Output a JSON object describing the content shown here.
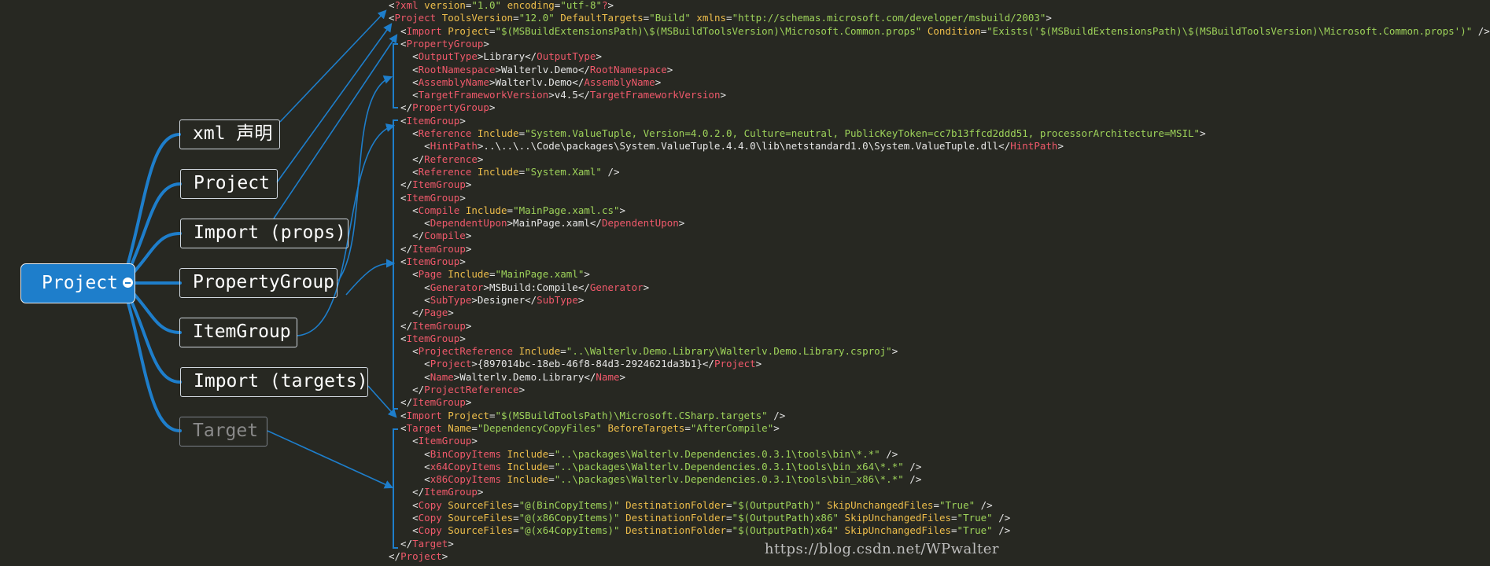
{
  "colors": {
    "background": "#272822",
    "root_fill": "#1e7ecb",
    "connector": "#1e7ecb",
    "tag": "#f0596b",
    "attribute_name": "#eebe4b",
    "attribute_value": "#9ed35a",
    "text": "#e6e6e6"
  },
  "mindmap": {
    "root": "Project",
    "branches": [
      {
        "label": "xml 声明"
      },
      {
        "label": "Project"
      },
      {
        "label": "Import (props)"
      },
      {
        "label": "PropertyGroup"
      },
      {
        "label": "ItemGroup"
      },
      {
        "label": "Import (targets)"
      },
      {
        "label": "Target"
      }
    ]
  },
  "code_lines": [
    [
      [
        "t",
        "<"
      ],
      [
        "g",
        "?xml "
      ],
      [
        "a",
        "version"
      ],
      [
        "t",
        "="
      ],
      [
        "v",
        "\"1.0\""
      ],
      [
        "t",
        " "
      ],
      [
        "a",
        "encoding"
      ],
      [
        "t",
        "="
      ],
      [
        "v",
        "\"utf-8\""
      ],
      [
        "g",
        "?"
      ],
      [
        "t",
        ">"
      ]
    ],
    [
      [
        "t",
        "<"
      ],
      [
        "g",
        "Project "
      ],
      [
        "a",
        "ToolsVersion"
      ],
      [
        "t",
        "="
      ],
      [
        "v",
        "\"12.0\""
      ],
      [
        "t",
        " "
      ],
      [
        "a",
        "DefaultTargets"
      ],
      [
        "t",
        "="
      ],
      [
        "v",
        "\"Build\""
      ],
      [
        "t",
        " "
      ],
      [
        "a",
        "xmlns"
      ],
      [
        "t",
        "="
      ],
      [
        "v",
        "\"http://schemas.microsoft.com/developer/msbuild/2003\""
      ],
      [
        "t",
        ">"
      ]
    ],
    [
      [
        "t",
        "  <"
      ],
      [
        "g",
        "Import "
      ],
      [
        "a",
        "Project"
      ],
      [
        "t",
        "="
      ],
      [
        "v",
        "\"$(MSBuildExtensionsPath)\\$(MSBuildToolsVersion)\\Microsoft.Common.props\""
      ],
      [
        "t",
        " "
      ],
      [
        "a",
        "Condition"
      ],
      [
        "t",
        "="
      ],
      [
        "v",
        "\"Exists('$(MSBuildExtensionsPath)\\$(MSBuildToolsVersion)\\Microsoft.Common.props')\""
      ],
      [
        "t",
        " />"
      ]
    ],
    [
      [
        "t",
        "  <"
      ],
      [
        "g",
        "PropertyGroup"
      ],
      [
        "t",
        ">"
      ]
    ],
    [
      [
        "t",
        "    <"
      ],
      [
        "g",
        "OutputType"
      ],
      [
        "t",
        ">Library</"
      ],
      [
        "g",
        "OutputType"
      ],
      [
        "t",
        ">"
      ]
    ],
    [
      [
        "t",
        "    <"
      ],
      [
        "g",
        "RootNamespace"
      ],
      [
        "t",
        ">Walterlv.Demo</"
      ],
      [
        "g",
        "RootNamespace"
      ],
      [
        "t",
        ">"
      ]
    ],
    [
      [
        "t",
        "    <"
      ],
      [
        "g",
        "AssemblyName"
      ],
      [
        "t",
        ">Walterlv.Demo</"
      ],
      [
        "g",
        "AssemblyName"
      ],
      [
        "t",
        ">"
      ]
    ],
    [
      [
        "t",
        "    <"
      ],
      [
        "g",
        "TargetFrameworkVersion"
      ],
      [
        "t",
        ">v4.5</"
      ],
      [
        "g",
        "TargetFrameworkVersion"
      ],
      [
        "t",
        ">"
      ]
    ],
    [
      [
        "t",
        "  </"
      ],
      [
        "g",
        "PropertyGroup"
      ],
      [
        "t",
        ">"
      ]
    ],
    [
      [
        "t",
        "  <"
      ],
      [
        "g",
        "ItemGroup"
      ],
      [
        "t",
        ">"
      ]
    ],
    [
      [
        "t",
        "    <"
      ],
      [
        "g",
        "Reference "
      ],
      [
        "a",
        "Include"
      ],
      [
        "t",
        "="
      ],
      [
        "v",
        "\"System.ValueTuple, Version=4.0.2.0, Culture=neutral, PublicKeyToken=cc7b13ffcd2ddd51, processorArchitecture=MSIL\""
      ],
      [
        "t",
        ">"
      ]
    ],
    [
      [
        "t",
        "      <"
      ],
      [
        "g",
        "HintPath"
      ],
      [
        "t",
        ">..\\..\\..\\Code\\packages\\System.ValueTuple.4.4.0\\lib\\netstandard1.0\\System.ValueTuple.dll</"
      ],
      [
        "g",
        "HintPath"
      ],
      [
        "t",
        ">"
      ]
    ],
    [
      [
        "t",
        "    </"
      ],
      [
        "g",
        "Reference"
      ],
      [
        "t",
        ">"
      ]
    ],
    [
      [
        "t",
        "    <"
      ],
      [
        "g",
        "Reference "
      ],
      [
        "a",
        "Include"
      ],
      [
        "t",
        "="
      ],
      [
        "v",
        "\"System.Xaml\""
      ],
      [
        "t",
        " />"
      ]
    ],
    [
      [
        "t",
        "  </"
      ],
      [
        "g",
        "ItemGroup"
      ],
      [
        "t",
        ">"
      ]
    ],
    [
      [
        "t",
        "  <"
      ],
      [
        "g",
        "ItemGroup"
      ],
      [
        "t",
        ">"
      ]
    ],
    [
      [
        "t",
        "    <"
      ],
      [
        "g",
        "Compile "
      ],
      [
        "a",
        "Include"
      ],
      [
        "t",
        "="
      ],
      [
        "v",
        "\"MainPage.xaml.cs\""
      ],
      [
        "t",
        ">"
      ]
    ],
    [
      [
        "t",
        "      <"
      ],
      [
        "g",
        "DependentUpon"
      ],
      [
        "t",
        ">MainPage.xaml</"
      ],
      [
        "g",
        "DependentUpon"
      ],
      [
        "t",
        ">"
      ]
    ],
    [
      [
        "t",
        "    </"
      ],
      [
        "g",
        "Compile"
      ],
      [
        "t",
        ">"
      ]
    ],
    [
      [
        "t",
        "  </"
      ],
      [
        "g",
        "ItemGroup"
      ],
      [
        "t",
        ">"
      ]
    ],
    [
      [
        "t",
        "  <"
      ],
      [
        "g",
        "ItemGroup"
      ],
      [
        "t",
        ">"
      ]
    ],
    [
      [
        "t",
        "    <"
      ],
      [
        "g",
        "Page "
      ],
      [
        "a",
        "Include"
      ],
      [
        "t",
        "="
      ],
      [
        "v",
        "\"MainPage.xaml\""
      ],
      [
        "t",
        ">"
      ]
    ],
    [
      [
        "t",
        "      <"
      ],
      [
        "g",
        "Generator"
      ],
      [
        "t",
        ">MSBuild:Compile</"
      ],
      [
        "g",
        "Generator"
      ],
      [
        "t",
        ">"
      ]
    ],
    [
      [
        "t",
        "      <"
      ],
      [
        "g",
        "SubType"
      ],
      [
        "t",
        ">Designer</"
      ],
      [
        "g",
        "SubType"
      ],
      [
        "t",
        ">"
      ]
    ],
    [
      [
        "t",
        "    </"
      ],
      [
        "g",
        "Page"
      ],
      [
        "t",
        ">"
      ]
    ],
    [
      [
        "t",
        "  </"
      ],
      [
        "g",
        "ItemGroup"
      ],
      [
        "t",
        ">"
      ]
    ],
    [
      [
        "t",
        "  <"
      ],
      [
        "g",
        "ItemGroup"
      ],
      [
        "t",
        ">"
      ]
    ],
    [
      [
        "t",
        "    <"
      ],
      [
        "g",
        "ProjectReference "
      ],
      [
        "a",
        "Include"
      ],
      [
        "t",
        "="
      ],
      [
        "v",
        "\"..\\Walterlv.Demo.Library\\Walterlv.Demo.Library.csproj\""
      ],
      [
        "t",
        ">"
      ]
    ],
    [
      [
        "t",
        "      <"
      ],
      [
        "g",
        "Project"
      ],
      [
        "t",
        ">{897014bc-18eb-46f8-84d3-2924621da3b1}</"
      ],
      [
        "g",
        "Project"
      ],
      [
        "t",
        ">"
      ]
    ],
    [
      [
        "t",
        "      <"
      ],
      [
        "g",
        "Name"
      ],
      [
        "t",
        ">Walterlv.Demo.Library</"
      ],
      [
        "g",
        "Name"
      ],
      [
        "t",
        ">"
      ]
    ],
    [
      [
        "t",
        "    </"
      ],
      [
        "g",
        "ProjectReference"
      ],
      [
        "t",
        ">"
      ]
    ],
    [
      [
        "t",
        "  </"
      ],
      [
        "g",
        "ItemGroup"
      ],
      [
        "t",
        ">"
      ]
    ],
    [
      [
        "t",
        "  <"
      ],
      [
        "g",
        "Import "
      ],
      [
        "a",
        "Project"
      ],
      [
        "t",
        "="
      ],
      [
        "v",
        "\"$(MSBuildToolsPath)\\Microsoft.CSharp.targets\""
      ],
      [
        "t",
        " />"
      ]
    ],
    [
      [
        "t",
        "  <"
      ],
      [
        "g",
        "Target "
      ],
      [
        "a",
        "Name"
      ],
      [
        "t",
        "="
      ],
      [
        "v",
        "\"DependencyCopyFiles\""
      ],
      [
        "t",
        " "
      ],
      [
        "a",
        "BeforeTargets"
      ],
      [
        "t",
        "="
      ],
      [
        "v",
        "\"AfterCompile\""
      ],
      [
        "t",
        ">"
      ]
    ],
    [
      [
        "t",
        "    <"
      ],
      [
        "g",
        "ItemGroup"
      ],
      [
        "t",
        ">"
      ]
    ],
    [
      [
        "t",
        "      <"
      ],
      [
        "g",
        "BinCopyItems "
      ],
      [
        "a",
        "Include"
      ],
      [
        "t",
        "="
      ],
      [
        "v",
        "\"..\\packages\\Walterlv.Dependencies.0.3.1\\tools\\bin\\*.*\""
      ],
      [
        "t",
        " />"
      ]
    ],
    [
      [
        "t",
        "      <"
      ],
      [
        "g",
        "x64CopyItems "
      ],
      [
        "a",
        "Include"
      ],
      [
        "t",
        "="
      ],
      [
        "v",
        "\"..\\packages\\Walterlv.Dependencies.0.3.1\\tools\\bin_x64\\*.*\""
      ],
      [
        "t",
        " />"
      ]
    ],
    [
      [
        "t",
        "      <"
      ],
      [
        "g",
        "x86CopyItems "
      ],
      [
        "a",
        "Include"
      ],
      [
        "t",
        "="
      ],
      [
        "v",
        "\"..\\packages\\Walterlv.Dependencies.0.3.1\\tools\\bin_x86\\*.*\""
      ],
      [
        "t",
        " />"
      ]
    ],
    [
      [
        "t",
        "    </"
      ],
      [
        "g",
        "ItemGroup"
      ],
      [
        "t",
        ">"
      ]
    ],
    [
      [
        "t",
        "    <"
      ],
      [
        "g",
        "Copy "
      ],
      [
        "a",
        "SourceFiles"
      ],
      [
        "t",
        "="
      ],
      [
        "v",
        "\"@(BinCopyItems)\""
      ],
      [
        "t",
        " "
      ],
      [
        "a",
        "DestinationFolder"
      ],
      [
        "t",
        "="
      ],
      [
        "v",
        "\"$(OutputPath)\""
      ],
      [
        "t",
        " "
      ],
      [
        "a",
        "SkipUnchangedFiles"
      ],
      [
        "t",
        "="
      ],
      [
        "v",
        "\"True\""
      ],
      [
        "t",
        " />"
      ]
    ],
    [
      [
        "t",
        "    <"
      ],
      [
        "g",
        "Copy "
      ],
      [
        "a",
        "SourceFiles"
      ],
      [
        "t",
        "="
      ],
      [
        "v",
        "\"@(x86CopyItems)\""
      ],
      [
        "t",
        " "
      ],
      [
        "a",
        "DestinationFolder"
      ],
      [
        "t",
        "="
      ],
      [
        "v",
        "\"$(OutputPath)x86\""
      ],
      [
        "t",
        " "
      ],
      [
        "a",
        "SkipUnchangedFiles"
      ],
      [
        "t",
        "="
      ],
      [
        "v",
        "\"True\""
      ],
      [
        "t",
        " />"
      ]
    ],
    [
      [
        "t",
        "    <"
      ],
      [
        "g",
        "Copy "
      ],
      [
        "a",
        "SourceFiles"
      ],
      [
        "t",
        "="
      ],
      [
        "v",
        "\"@(x64CopyItems)\""
      ],
      [
        "t",
        " "
      ],
      [
        "a",
        "DestinationFolder"
      ],
      [
        "t",
        "="
      ],
      [
        "v",
        "\"$(OutputPath)x64\""
      ],
      [
        "t",
        " "
      ],
      [
        "a",
        "SkipUnchangedFiles"
      ],
      [
        "t",
        "="
      ],
      [
        "v",
        "\"True\""
      ],
      [
        "t",
        " />"
      ]
    ],
    [
      [
        "t",
        "  </"
      ],
      [
        "g",
        "Target"
      ],
      [
        "t",
        ">"
      ]
    ],
    [
      [
        "t",
        "</"
      ],
      [
        "g",
        "Project"
      ],
      [
        "t",
        ">"
      ]
    ]
  ],
  "watermark": "https://blog.csdn.net/WPwalter"
}
